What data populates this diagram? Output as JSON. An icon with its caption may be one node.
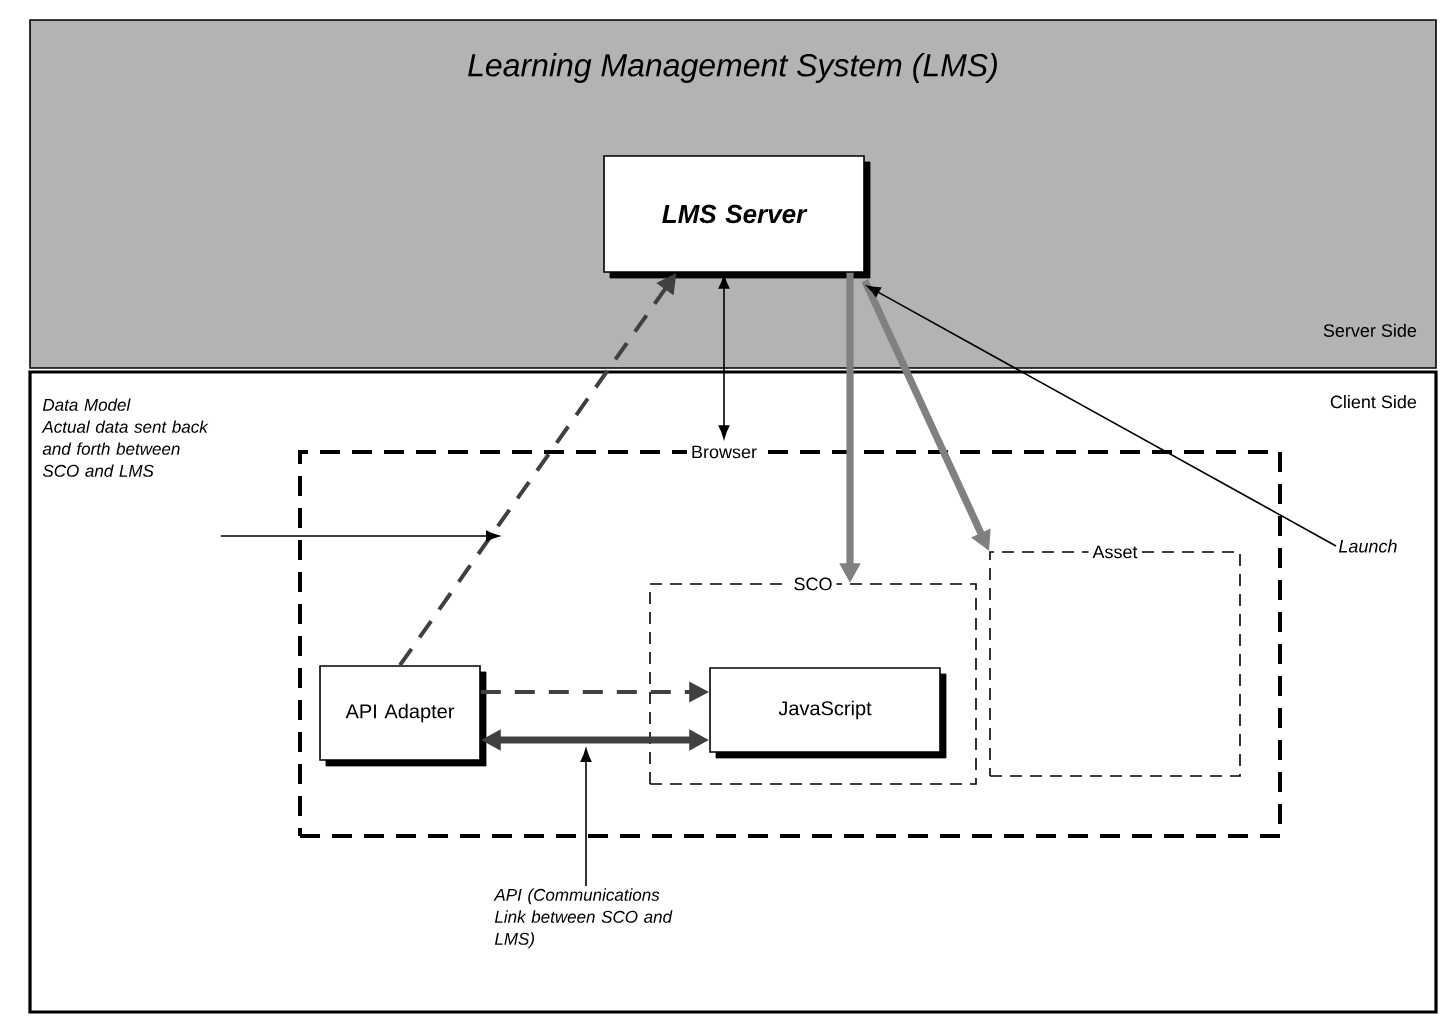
{
  "diagram": {
    "nodes": [
      {
        "text": [
          "Learning Management System (LMS)",
          "Server Side"
        ]
      },
      {
        "text": [
          "Client Side"
        ]
      },
      {
        "text": [
          "LMS Server"
        ],
        "in": 0
      },
      {
        "text": [
          "Browser"
        ],
        "in": 1
      },
      {
        "text": [
          "SCO"
        ],
        "in": 3
      },
      {
        "text": [
          "JavaScript"
        ],
        "in": 4
      },
      {
        "text": [
          "Asset"
        ],
        "in": 3
      },
      {
        "text": [
          "API Adapter"
        ],
        "in": 3
      },
      {
        "text": [
          "Launch"
        ],
        "in": 1
      },
      {
        "text": [
          "Data Model",
          "Actual data sent back and forth between SCO and LMS"
        ],
        "in": 1
      },
      {
        "text": [
          "API (Communications Link between SCO and LMS)"
        ],
        "in": 1
      }
    ],
    "edges": [
      {
        "from": 7,
        "to": 2,
        "arrow": "to",
        "style": "dashed",
        "color": "#404040"
      },
      {
        "from": 2,
        "to": 3,
        "arrow": "both"
      },
      {
        "from": 2,
        "to": 4,
        "arrow": "to",
        "style": "thick",
        "color": "#808080"
      },
      {
        "from": 2,
        "to": 6,
        "arrow": "to",
        "style": "thick",
        "color": "#808080"
      },
      {
        "from": 8,
        "to": 2,
        "arrow": "to"
      },
      {
        "from": 7,
        "to": 5,
        "arrow": "to",
        "style": "dashed",
        "color": "#404040"
      },
      {
        "from": 7,
        "to": 5,
        "arrow": "both",
        "style": "thick",
        "color": "#404040"
      },
      {
        "from": 9,
        "to": null,
        "arrow": "to"
      },
      {
        "from": 10,
        "to": null,
        "arrow": "to"
      }
    ]
  }
}
